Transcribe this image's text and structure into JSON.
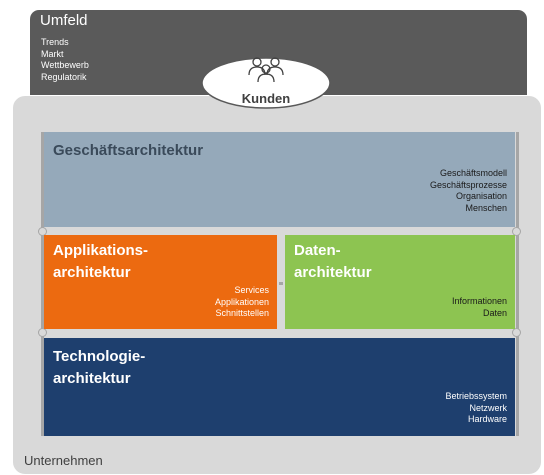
{
  "umfeld": {
    "title": "Umfeld",
    "items": [
      "Trends",
      "Markt",
      "Wettbewerb",
      "Regulatorik"
    ]
  },
  "kunden": {
    "label": "Kunden",
    "icon": "people-group-icon"
  },
  "unternehmen": {
    "label": "Unternehmen"
  },
  "geschaeftsarchitektur": {
    "title": "Geschäftsarchitektur",
    "items": [
      "Geschäftsmodell",
      "Geschäftsprozesse",
      "Organisation",
      "Menschen"
    ],
    "color": "#95a9ba"
  },
  "applikationsarchitektur": {
    "title_line1": "Applikations-",
    "title_line2": "architektur",
    "items": [
      "Services",
      "Applikationen",
      "Schnittstellen"
    ],
    "color": "#ec6a10"
  },
  "datenarchitektur": {
    "title_line1": "Daten-",
    "title_line2": "architektur",
    "items": [
      "Informationen",
      "Daten"
    ],
    "color": "#8dc451"
  },
  "technologiearchitektur": {
    "title_line1": "Technologie-",
    "title_line2": "architektur",
    "items": [
      "Betriebssystem",
      "Netzwerk",
      "Hardware"
    ],
    "color": "#1e3f6e"
  }
}
